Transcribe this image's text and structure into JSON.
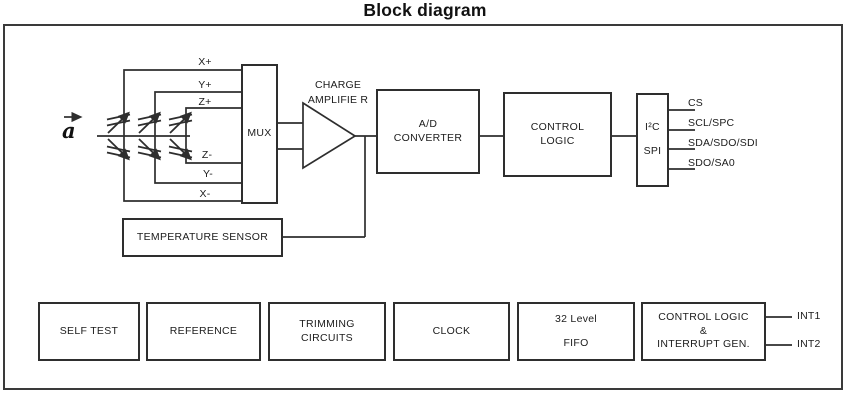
{
  "title": "Block diagram",
  "vector_label": "a",
  "sensor_wires": {
    "x_plus": "X+",
    "y_plus": "Y+",
    "z_plus": "Z+",
    "z_minus": "Z-",
    "y_minus": "Y-",
    "x_minus": "X-"
  },
  "blocks": {
    "mux": "MUX",
    "charge_amp_line1": "CHARGE",
    "charge_amp_line2": "AMPLIFIE R",
    "adc_line1": "A/D",
    "adc_line2": "CONVERTER",
    "control_logic_line1": "CONTROL",
    "control_logic_line2": "LOGIC",
    "interface_i2c": "I²C",
    "interface_spi": "SPI",
    "temperature_sensor": "TEMPERATURE SENSOR",
    "self_test": "SELF TEST",
    "reference": "REFERENCE",
    "trimming_line1": "TRIMMING",
    "trimming_line2": "CIRCUITS",
    "clock": "CLOCK",
    "fifo_line1": "32 Level",
    "fifo_line2": "FIFO",
    "ctrl_int_line1": "CONTROL LOGIC",
    "ctrl_int_line2": "&",
    "ctrl_int_line3": "INTERRUPT GEN."
  },
  "pins": {
    "cs": "CS",
    "scl_spc": "SCL/SPC",
    "sda_sdo_sdi": "SDA/SDO/SDI",
    "sdo_sa0": "SDO/SA0",
    "int1": "INT1",
    "int2": "INT2"
  },
  "colors": {
    "line": "#2e2e2e",
    "text": "#1c1c1c",
    "background": "#ffffff"
  }
}
